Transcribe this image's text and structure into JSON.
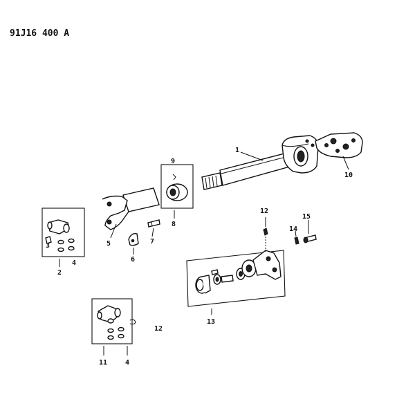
{
  "diagram_code": "91J16 400 A",
  "callouts": {
    "c1": "1",
    "c2": "2",
    "c3": "3",
    "c4a": "4",
    "c4b": "4",
    "c5": "5",
    "c6": "6",
    "c7": "7",
    "c8": "8",
    "c9": "9",
    "c10": "10",
    "c11": "11",
    "c12a": "12",
    "c12b": "12",
    "c13": "13",
    "c14": "14",
    "c15": "15"
  }
}
